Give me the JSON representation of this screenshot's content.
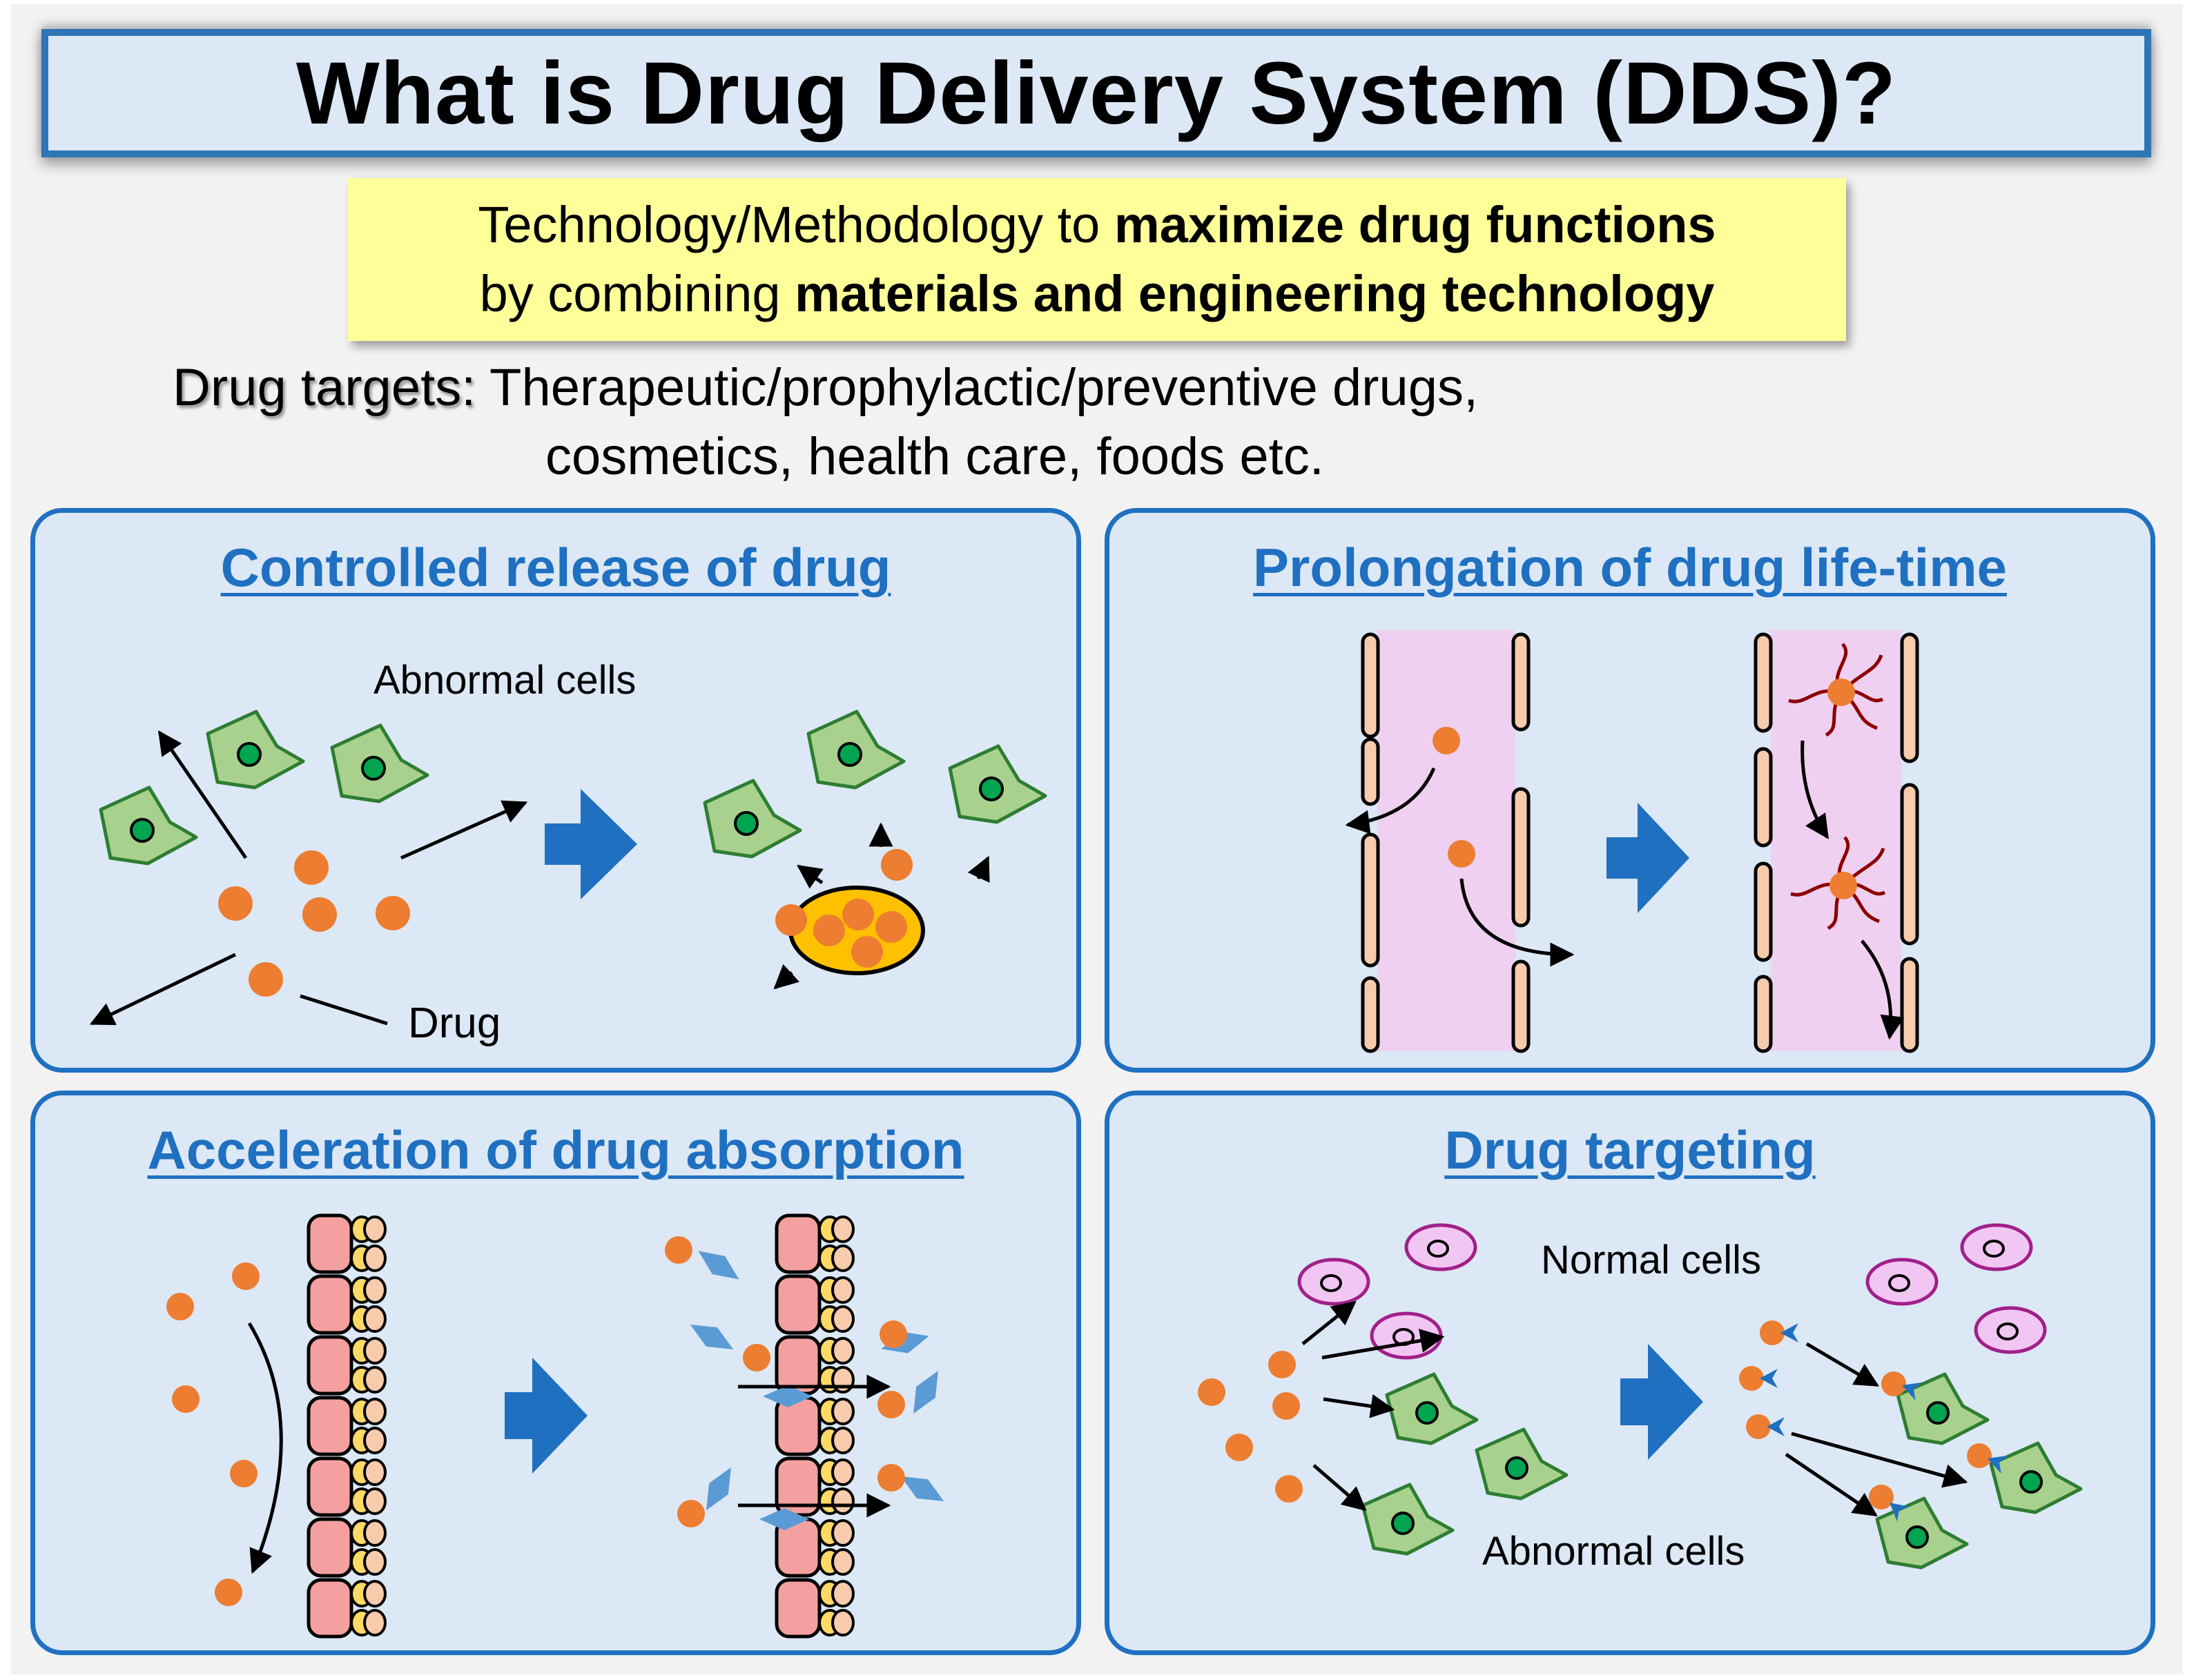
{
  "title": "What is Drug Delivery System (DDS)?",
  "definition": {
    "line1_plain": "Technology/Methodology to ",
    "line1_bold": "maximize drug functions",
    "line2_plain": "by combining ",
    "line2_bold": "materials and engineering technology"
  },
  "targets": {
    "label": "Drug targets:",
    "line1": " Therapeutic/prophylactic/preventive drugs,",
    "line2": "cosmetics, health care, foods etc."
  },
  "panels": {
    "controlled_release": {
      "title": "Controlled release of drug",
      "abnormal_cells_label": "Abnormal cells",
      "drug_label": "Drug"
    },
    "prolongation": {
      "title": "Prolongation of drug life-time"
    },
    "absorption": {
      "title": "Acceleration of drug absorption"
    },
    "targeting": {
      "title": "Drug targeting",
      "normal_cells_label": "Normal cells",
      "abnormal_cells_label": "Abnormal cells"
    }
  },
  "colors": {
    "title_border": "#2e75b6",
    "panel_border": "#1f70c1",
    "panel_fill": "#dce8f5",
    "definition_fill": "#ffff99",
    "drug": "#ed7d31",
    "abnormal_cell": "#a9d18e",
    "vessel_wall": "#f8cbad",
    "vessel_lumen": "#f0d0f0",
    "epithelial_cell": "#f4a0a0",
    "enhancer": "#5b9bd5",
    "normal_cell": "#f2c6f2",
    "carrier": "#ffc000",
    "big_arrow": "#1f70c1"
  }
}
